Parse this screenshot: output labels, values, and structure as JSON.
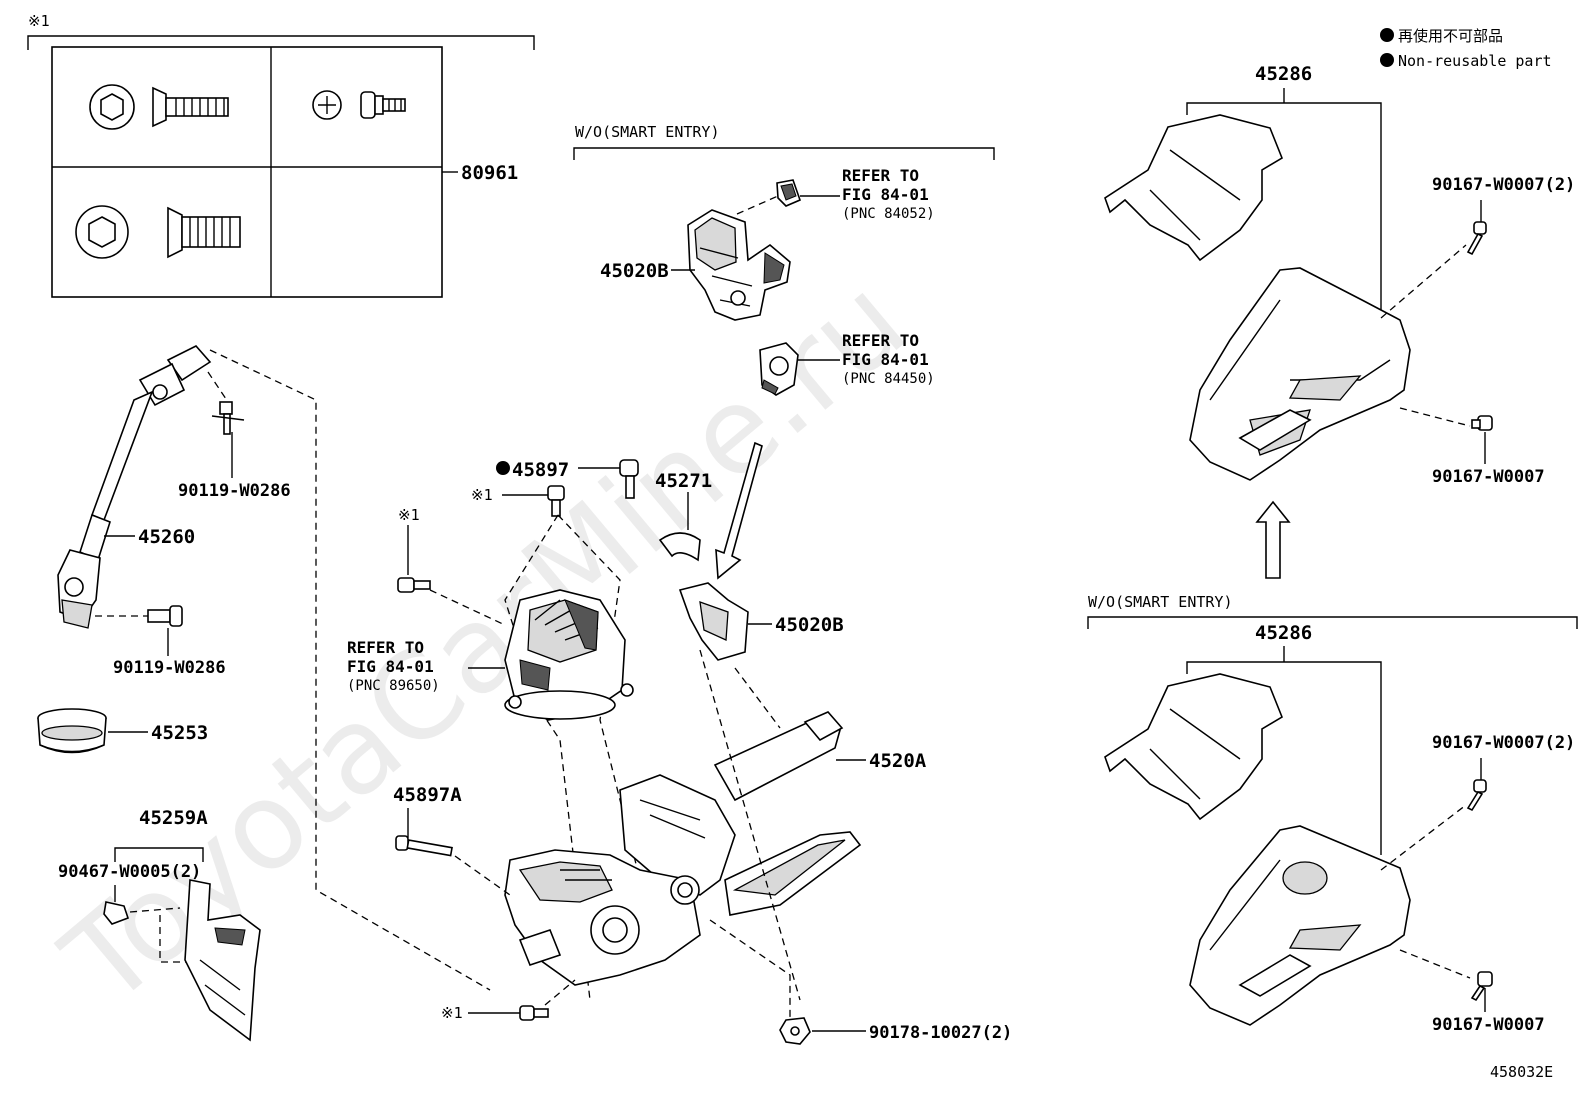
{
  "watermark": "ToyotaCarMine.ru",
  "legend": {
    "jp": "再使用不可部品",
    "en": "Non-reusable part"
  },
  "diagram_id": "458032E",
  "notes": {
    "ref_mark": "※1",
    "wo_smart_entry_top": "W/O(SMART ENTRY)",
    "wo_smart_entry_right": "W/O(SMART ENTRY)"
  },
  "refs": {
    "r1": {
      "line1": "REFER TO",
      "line2": "FIG 84-01",
      "line3": "(PNC 84052)"
    },
    "r2": {
      "line1": "REFER TO",
      "line2": "FIG 84-01",
      "line3": "(PNC 84450)"
    },
    "r3": {
      "line1": "REFER TO",
      "line2": "FIG 84-01",
      "line3": "(PNC 89650)"
    }
  },
  "parts": {
    "p80961": "80961",
    "p45020B_top": "45020B",
    "p45020B_mid": "45020B",
    "p45897": "45897",
    "p45271": "45271",
    "p45260": "45260",
    "p90119_a": "90119-W0286",
    "p90119_b": "90119-W0286",
    "p45253": "45253",
    "p45259A": "45259A",
    "p90467": "90467-W0005(2)",
    "p45897A": "45897A",
    "p4520A": "4520A",
    "p90178": "90178-10027(2)",
    "p45286_top": "45286",
    "p45286_bot": "45286",
    "p90167_a": "90167-W0007(2)",
    "p90167_b": "90167-W0007",
    "p90167_c": "90167-W0007(2)",
    "p90167_d": "90167-W0007"
  }
}
